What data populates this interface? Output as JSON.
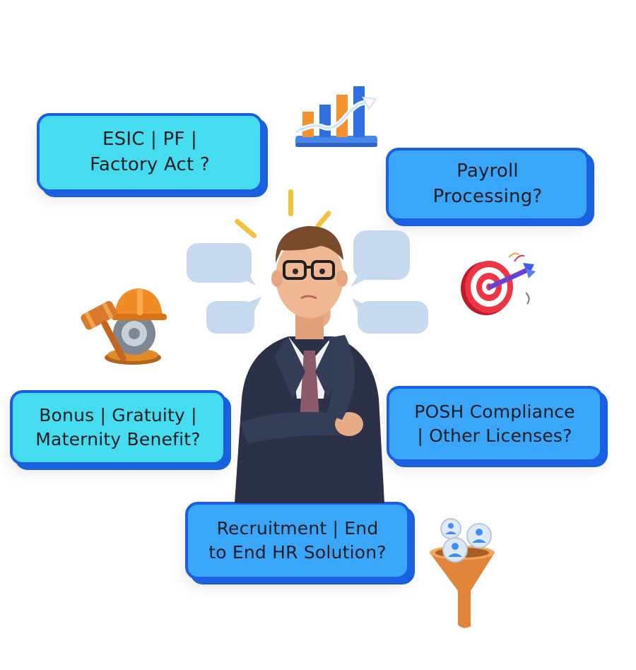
{
  "bubbles": {
    "esic": {
      "line1": "ESIC | PF |",
      "line2": "Factory Act ?"
    },
    "payroll": {
      "line1": "Payroll",
      "line2": "Processing?"
    },
    "bonus": {
      "line1": "Bonus | Gratuity |",
      "line2": "Maternity Benefit?"
    },
    "posh": {
      "line1": "POSH Compliance",
      "line2": "| Other Licenses?"
    },
    "recruit": {
      "line1": "Recruitment | End",
      "line2": "to End HR Solution?"
    }
  },
  "icons": [
    "bar-chart-icon",
    "target-arrow-icon",
    "gavel-hardhat-icon",
    "people-funnel-icon",
    "chat-bubble-icon",
    "thinking-man-illustration"
  ],
  "colors": {
    "cyan_bubble": "#45dcef",
    "blue_bubble": "#39a6f9",
    "border": "#1a5fe0",
    "text": "#1d1d24"
  }
}
